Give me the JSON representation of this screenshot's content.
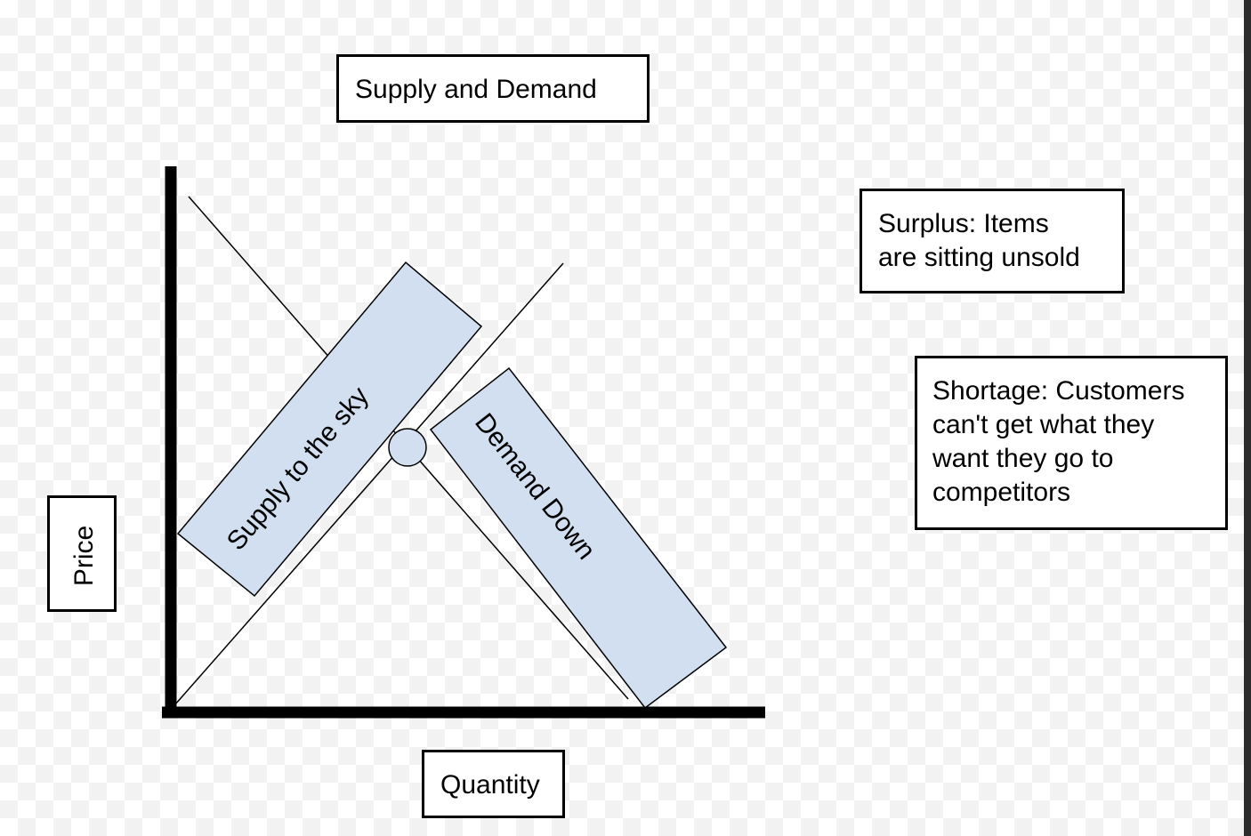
{
  "title": "Supply and Demand",
  "axes": {
    "x_label": "Quantity",
    "y_label": "Price"
  },
  "curves": {
    "supply_label": "Supply to the sky",
    "demand_label": "Demand Down"
  },
  "notes": {
    "surplus_lines": [
      "Surplus: Items",
      "are sitting unsold"
    ],
    "shortage_lines": [
      "Shortage: Customers",
      "can't get what they",
      "want they go to",
      "competitors"
    ]
  },
  "colors": {
    "label_fill": "#d2dff0",
    "equilibrium_fill": "#d2dff0",
    "line": "#000000"
  }
}
